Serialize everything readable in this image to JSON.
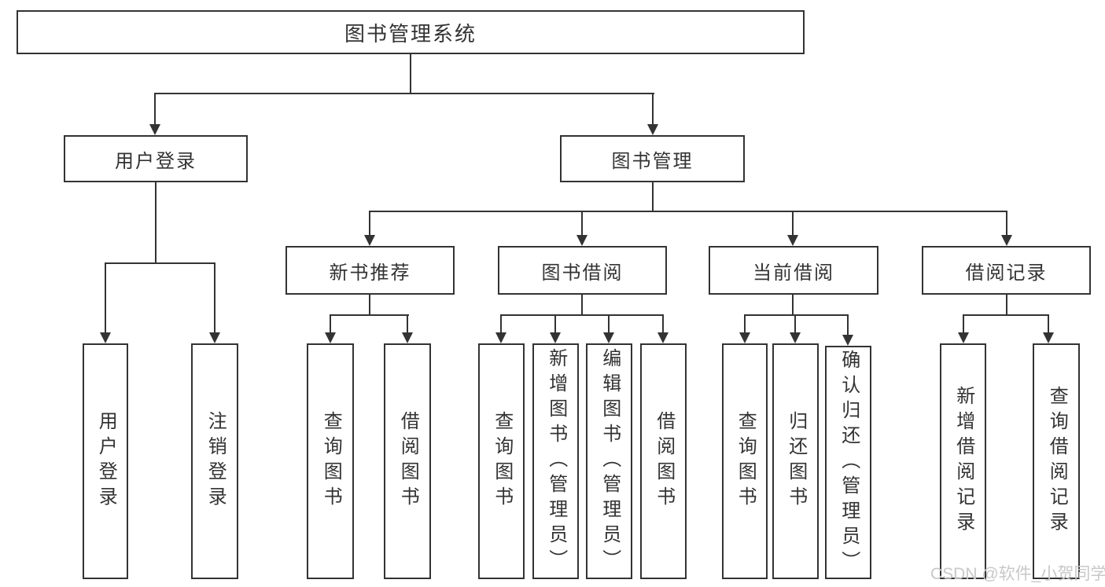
{
  "diagram": {
    "root": {
      "label": "图书管理系统"
    },
    "branches": [
      {
        "label": "用户登录",
        "children": [
          {
            "label": "用户登录"
          },
          {
            "label": "注销登录"
          }
        ]
      },
      {
        "label": "图书管理",
        "children": [
          {
            "label": "新书推荐",
            "children": [
              {
                "label": "查询图书"
              },
              {
                "label": "借阅图书"
              }
            ]
          },
          {
            "label": "图书借阅",
            "children": [
              {
                "label": "查询图书"
              },
              {
                "label": "新增图书（管理员）"
              },
              {
                "label": "编辑图书（管理员）"
              },
              {
                "label": "借阅图书"
              }
            ]
          },
          {
            "label": "当前借阅",
            "children": [
              {
                "label": "查询图书"
              },
              {
                "label": "归还图书"
              },
              {
                "label": "确认归还（管理员）"
              }
            ]
          },
          {
            "label": "借阅记录",
            "children": [
              {
                "label": "新增借阅记录"
              },
              {
                "label": "查询借阅记录"
              }
            ]
          }
        ]
      }
    ]
  },
  "watermark": {
    "text": "CSDN @软件_小贺同学"
  },
  "colors": {
    "line": "#333333",
    "box_border": "#333333",
    "text": "#333333",
    "background": "#ffffff",
    "watermark_text": "#c8c8c8"
  }
}
